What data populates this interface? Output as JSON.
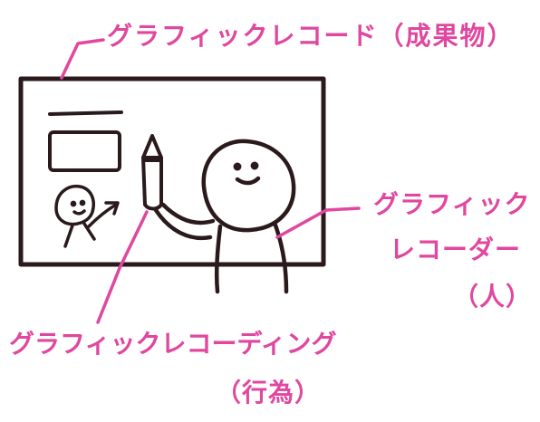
{
  "labels": {
    "graphic_record": "グラフィックレコード（成果物）",
    "recorder_line1": "グラフィック",
    "recorder_line2": "レコーダー",
    "recorder_line3": "（人）",
    "recording_line1": "グラフィックレコーディング",
    "recording_line2": "（行為）"
  },
  "colors": {
    "ink": "#2a1a1c",
    "accent": "#e0479e",
    "background": "#ffffff"
  }
}
